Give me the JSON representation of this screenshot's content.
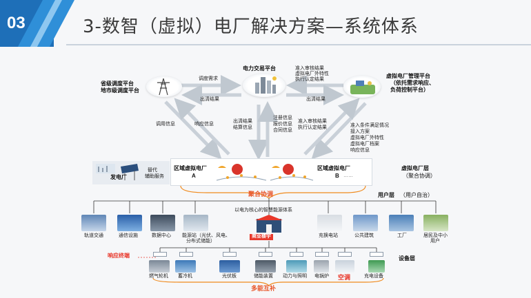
{
  "header": {
    "badge": "03",
    "title": "3-数智（虚拟）电厂解决方案—系统体系"
  },
  "top": {
    "province_grid": "省级调度平台",
    "city_grid": "地市级调度平台",
    "trading": "电力交易平台",
    "vpp_mgmt": [
      "虚拟电厂管理平台",
      "（依托需求响应、",
      "负荷控制平台）"
    ]
  },
  "arrows": {
    "grid_to_trade": "调度需求",
    "trade_to_grid": "出清结果",
    "mgmt_to_trade": [
      "准入审核结果",
      "虚拟电厂外特性",
      "执行认定结果"
    ],
    "trade_to_mgmt": "出清结果",
    "dispatch_info": "调用信息",
    "response_info": "响应信息",
    "clearing_left": [
      "出清结果",
      "结算信息"
    ],
    "declare": [
      "注册信息",
      "报价信息",
      "合同信息"
    ],
    "audit_down": [
      "准入审核结果",
      "执行认定结果"
    ],
    "mgmt_up": [
      "准入条件满足情况",
      "接入方案",
      "虚拟电厂外特性",
      "虚拟电厂档案",
      "响应信息"
    ]
  },
  "vpp_layer": {
    "power_plant": "发电厂",
    "aux": [
      "替代",
      "辅助服务"
    ],
    "region_a": [
      "区域虚拟电厂",
      "A"
    ],
    "region_b": [
      "区域虚拟电厂",
      "B"
    ],
    "dots": "……",
    "layer_name": [
      "虚拟电厂层",
      "（聚合协调）"
    ],
    "aggregate": "聚合协调"
  },
  "user_layer": {
    "layer_name": "用户层",
    "layer_sub": "（用户自治）",
    "center_caption": "以电为核心的智慧能源体系",
    "center": "商业楼宇",
    "items": [
      "轨道交通",
      "通信设施",
      "数据中心",
      [
        "能源站（光伏、风电、",
        "分布式储能）"
      ],
      "充换电站",
      "公共建筑",
      "工厂",
      [
        "居民及中小",
        "用户"
      ]
    ]
  },
  "device_layer": {
    "layer_name": "设备层",
    "response": "响应终端",
    "multi": "多能互补",
    "items": [
      "燃气轮机",
      "蓄冷机",
      "光伏板",
      "储能装置",
      "动力与照明",
      "电锅炉",
      "空调",
      "充电设备"
    ]
  },
  "colors": {
    "primary_blue": "#1e6fb8",
    "red": "#e8382b",
    "orange": "#f08a1c",
    "arrow": "#c2cad3"
  }
}
